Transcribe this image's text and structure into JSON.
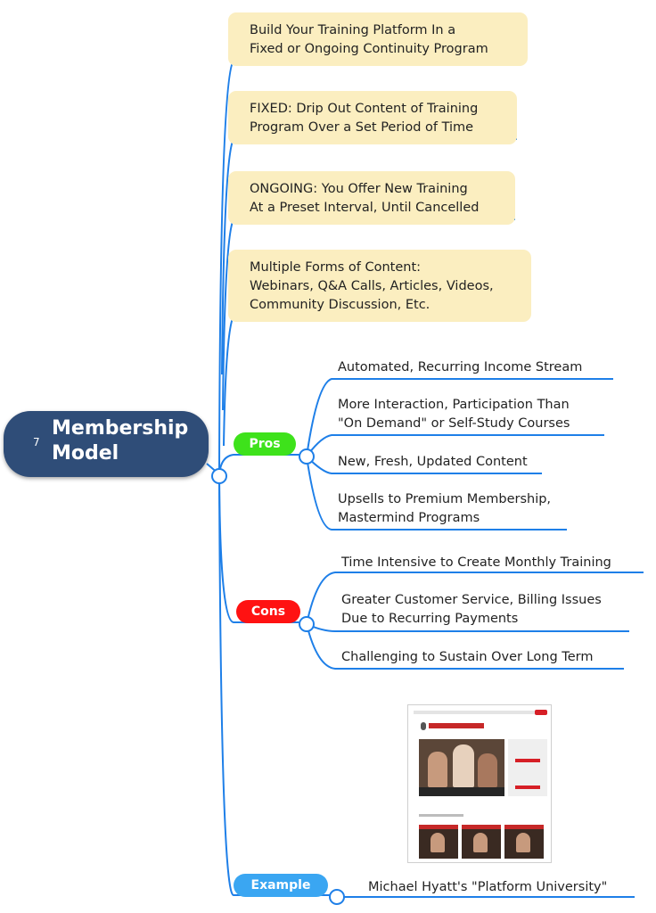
{
  "root": {
    "number": "7",
    "label": "Membership\nModel"
  },
  "notes": [
    "Build Your Training Platform In a\nFixed or Ongoing Continuity Program",
    "FIXED: Drip Out Content of Training\nProgram Over a Set Period of Time",
    "ONGOING: You Offer New Training\nAt a Preset Interval, Until Cancelled",
    "Multiple Forms of Content:\nWebinars, Q&A Calls, Articles, Videos,\nCommunity Discussion, Etc."
  ],
  "pros": {
    "label": "Pros",
    "color": "#3ee21b",
    "items": [
      "Automated, Recurring Income Stream",
      "More Interaction, Participation Than\n\"On Demand\" or Self-Study Courses",
      "New, Fresh, Updated Content",
      "Upsells to Premium Membership,\nMastermind Programs"
    ]
  },
  "cons": {
    "label": "Cons",
    "color": "#ff1212",
    "items": [
      "Time Intensive to Create Monthly Training",
      "Greater Customer Service, Billing Issues\nDue to Recurring Payments",
      "Challenging to Sustain Over Long Term"
    ]
  },
  "example": {
    "label": "Example",
    "color": "#3aa6f2",
    "item": "Michael Hyatt's \"Platform University\""
  },
  "colors": {
    "connector": "#1e7fe8",
    "root": "#2f4d78",
    "note_bg": "#fbeec0"
  }
}
